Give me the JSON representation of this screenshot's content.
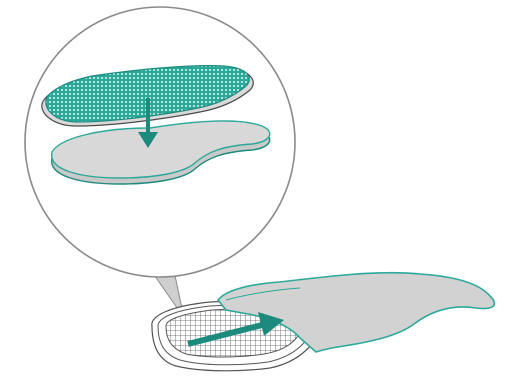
{
  "illustration": {
    "type": "product-assembly-diagram",
    "text_labels": [],
    "colors": {
      "accent_teal": "#2aa89a",
      "accent_teal_dark": "#1d8a7e",
      "liner_gray": "#d5d5d5",
      "outline": "#4a4a4a",
      "callout_fill": "#cfcfcf",
      "circle_outline": "#8a8a8a"
    },
    "parts": [
      {
        "name": "textured-grip-pad",
        "icon": "perforated-pad"
      },
      {
        "name": "insole-liner",
        "icon": "flat-liner"
      },
      {
        "name": "fabric-sleeve",
        "icon": "sleeve"
      },
      {
        "name": "base-tray",
        "icon": "ridged-tray"
      }
    ],
    "arrows": [
      {
        "name": "place-pad-arrow",
        "direction": "down"
      },
      {
        "name": "insert-arrow",
        "direction": "right"
      }
    ]
  }
}
